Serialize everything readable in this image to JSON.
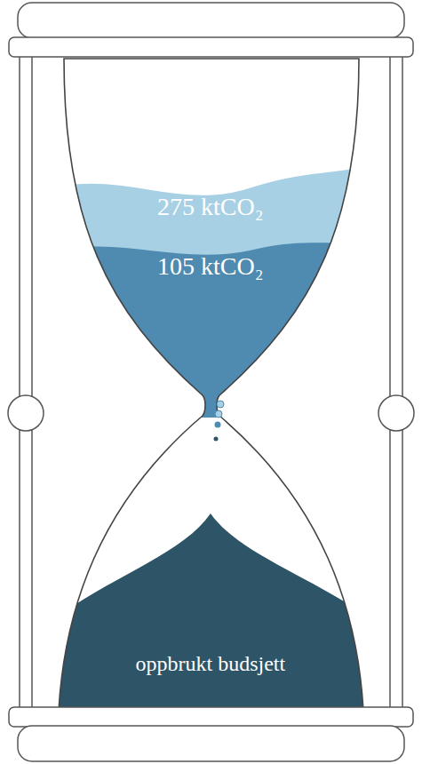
{
  "diagram": {
    "nodes": [
      {
        "text": [
          "275 ktCO₂"
        ]
      },
      {
        "text": [
          "105 ktCO₂"
        ]
      },
      {
        "text": [
          "oppbrukt budsjett"
        ]
      }
    ]
  }
}
